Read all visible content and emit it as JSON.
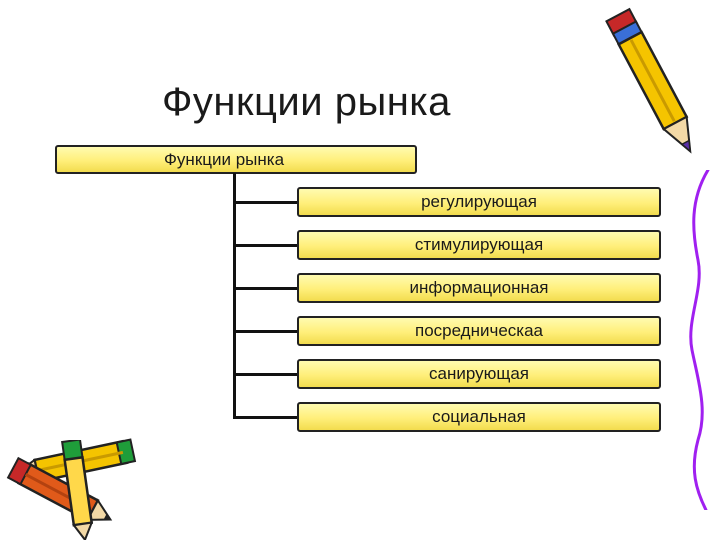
{
  "title": "Функции рынка",
  "root": {
    "label": "Функции рынка"
  },
  "children": [
    {
      "label": "регулирующая"
    },
    {
      "label": "стимулирующая"
    },
    {
      "label": "информационная"
    },
    {
      "label": "посредническаа"
    },
    {
      "label": "санирующая"
    },
    {
      "label": "социальная"
    }
  ],
  "colors": {
    "box_fill": "#ffef7a",
    "box_border": "#222222",
    "connector": "#111111",
    "squiggle": "#a020f0",
    "pencil_yellow": "#f5c400",
    "pencil_orange": "#e05a1a"
  },
  "decorations": [
    "pencil-icon",
    "pencil-icon",
    "pencil-icon",
    "squiggle-line"
  ]
}
